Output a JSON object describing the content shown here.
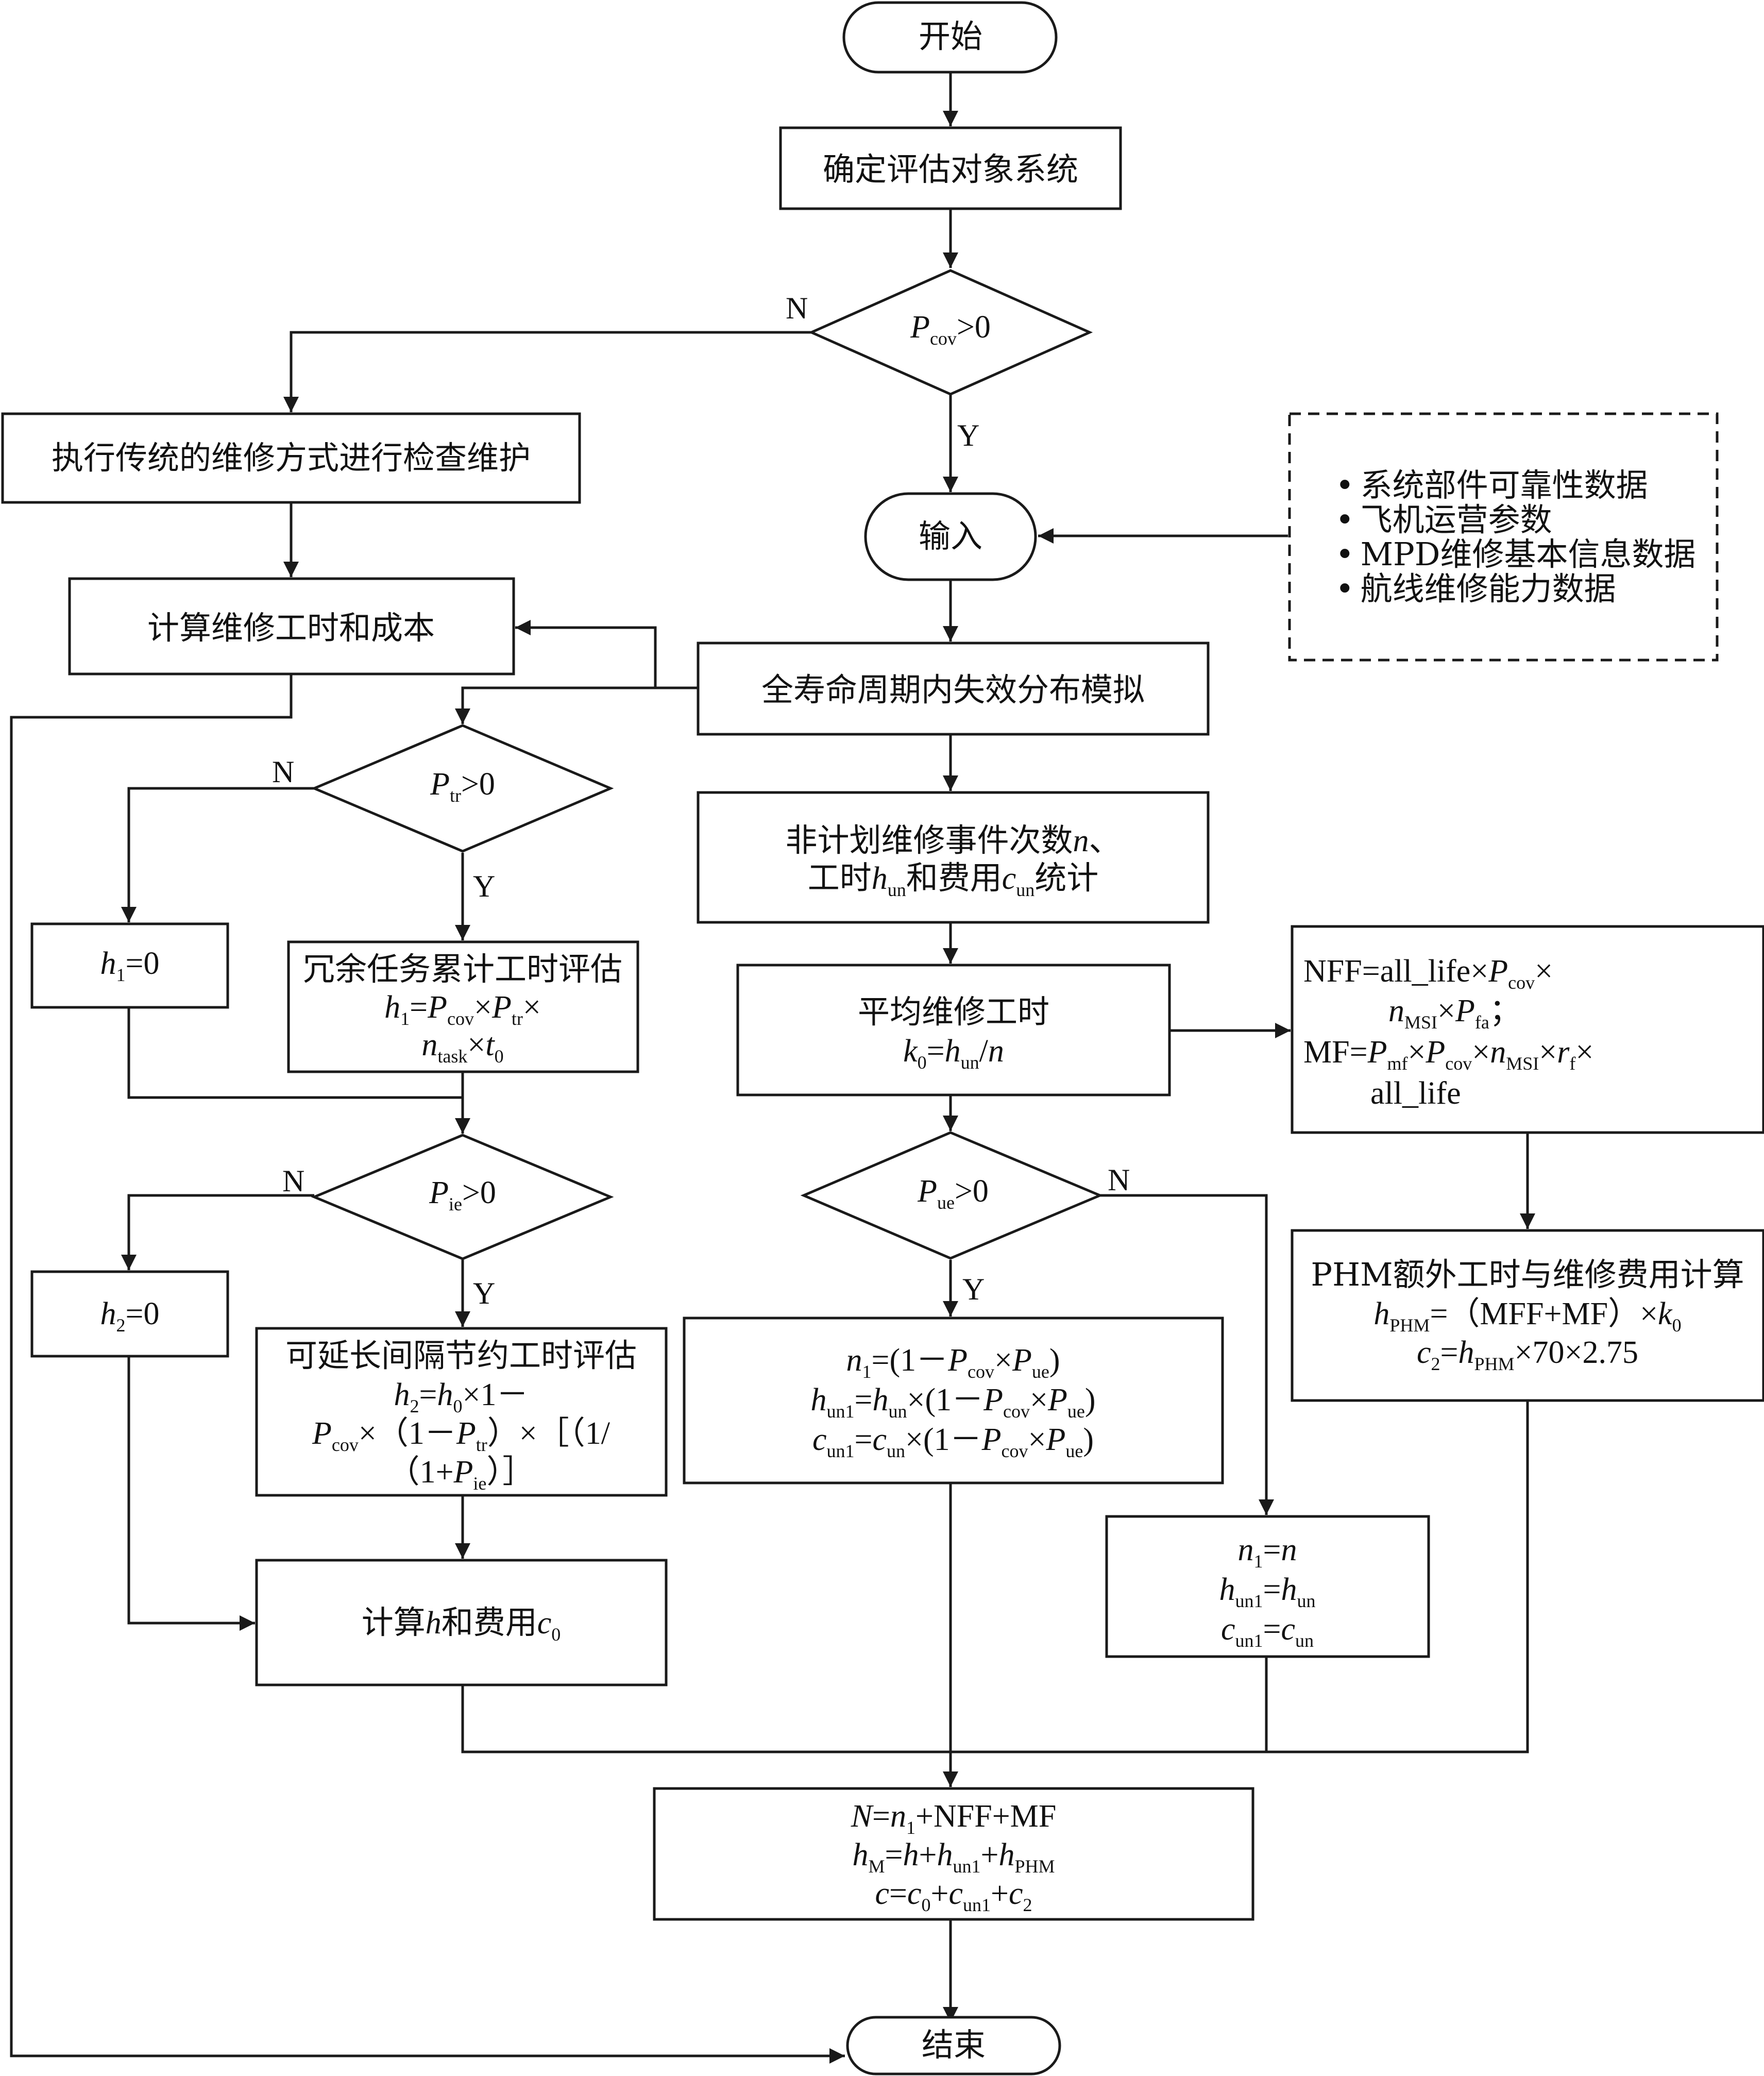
{
  "nodes": {
    "start": "开始",
    "determine": "确定评估对象系统",
    "cond_pcov": {
      "v": "P",
      "s": "cov",
      "t": ">0"
    },
    "traditional": "执行传统的维修方式进行检查维护",
    "calc_cost": "计算维修工时和成本",
    "input": "输入",
    "input_list": [
      "系统部件可靠性数据",
      "飞机运营参数",
      "MPD维修基本信息数据",
      "航线维修能力数据"
    ],
    "bullet": "•",
    "simulate": "全寿命周期内失效分布模拟",
    "cond_ptr": {
      "v": "P",
      "s": "tr",
      "t": ">0"
    },
    "stats_line1": {
      "t1": "非计划维修事件次数",
      "v": "n",
      "t2": "、"
    },
    "stats_line2": {
      "t1": "工时",
      "v1": "h",
      "s1": "un",
      "t2": "和费用",
      "v2": "c",
      "s2": "un",
      "t3": "统计"
    },
    "h1_zero": {
      "v": "h",
      "s": "1",
      "t": "=0"
    },
    "redundant_title": "冗余任务累计工时评估",
    "redundant_f1": {
      "a": "h",
      "as": "1",
      "eq": "=",
      "b": "P",
      "bs": "cov",
      "x1": "×",
      "c": "P",
      "cs": "tr",
      "x2": "×"
    },
    "redundant_f2": {
      "a": "n",
      "as": "task",
      "x": "×",
      "b": "t",
      "bs": "0"
    },
    "avg_title": "平均维修工时",
    "avg_f": {
      "a": "k",
      "as": "0",
      "eq": "=",
      "b": "h",
      "bs": "un",
      "sl": "/",
      "c": "n"
    },
    "nffmf_l1": {
      "t1": "NFF=all_life×",
      "v": "P",
      "s": "cov",
      "t2": "×"
    },
    "nffmf_l2": {
      "v1": "n",
      "s1": "MSI",
      "t": "×",
      "v2": "P",
      "s2": "fa",
      "e": "；"
    },
    "nffmf_l3": {
      "t1": "MF=",
      "v1": "P",
      "s1": "mf",
      "x1": "×",
      "v2": "P",
      "s2": "cov",
      "x2": "×",
      "v3": "n",
      "s3": "MSI",
      "x3": "×",
      "v4": "r",
      "s4": "f",
      "x4": "×"
    },
    "nffmf_l4": "all_life",
    "cond_pie": {
      "v": "P",
      "s": "ie",
      "t": ">0"
    },
    "cond_pue": {
      "v": "P",
      "s": "ue",
      "t": ">0"
    },
    "h2_zero": {
      "v": "h",
      "s": "2",
      "t": "=0"
    },
    "extend_title": "可延长间隔节约工时评估",
    "extend_f1": {
      "a": "h",
      "as": "2",
      "eq": "=",
      "b": "h",
      "bs": "0",
      "t": "×1－"
    },
    "extend_f2": {
      "v": "P",
      "s": "cov",
      "t1": "×（1－",
      "v2": "P",
      "s2": "tr",
      "t2": "）×［（1/"
    },
    "extend_f3": {
      "t1": "（1+",
      "v": "P",
      "s": "ie",
      "t2": "）］"
    },
    "eq1": {
      "a": "n",
      "as": "1",
      "t1": "=(1－",
      "b": "P",
      "bs": "cov",
      "x": "×",
      "c": "P",
      "cs": "ue",
      "t2": ")"
    },
    "eq2": {
      "a": "h",
      "as": "un1",
      "eq": "=",
      "b": "h",
      "bs": "un",
      "t1": "×(1－",
      "c": "P",
      "cs": "cov",
      "x": "×",
      "d": "P",
      "ds": "ue",
      "t2": ")"
    },
    "eq3": {
      "a": "c",
      "as": "un1",
      "eq": "=",
      "b": "c",
      "bs": "un",
      "t1": "×(1－",
      "c": "P",
      "cs": "cov",
      "x": "×",
      "d": "P",
      "ds": "ue",
      "t2": ")"
    },
    "phm_title": "PHM额外工时与维修费用计算",
    "phm_f1": {
      "a": "h",
      "as": "PHM",
      "t": "=（MFF+MF）×",
      "b": "k",
      "bs": "0"
    },
    "phm_f2": {
      "a": "c",
      "as": "2",
      "eq": "=",
      "b": "h",
      "bs": "PHM",
      "t": "×70×2.75"
    },
    "calc_h": {
      "t1": "计算",
      "v1": "h",
      "t2": "和费用",
      "v2": "c",
      "s2": "0"
    },
    "assign1": {
      "a": "n",
      "as": "1",
      "eq": "=",
      "b": "n"
    },
    "assign2": {
      "a": "h",
      "as": "un1",
      "eq": "=",
      "b": "h",
      "bs": "un"
    },
    "assign3": {
      "a": "c",
      "as": "un1",
      "eq": "=",
      "b": "c",
      "bs": "un"
    },
    "final1": {
      "a": "N",
      "eq": "=",
      "b": "n",
      "bs": "1",
      "t": "+NFF+MF"
    },
    "final2": {
      "a": "h",
      "as": "M",
      "eq": "=",
      "b": "h",
      "p1": "+",
      "c": "h",
      "cs": "un1",
      "p2": "+",
      "d": "h",
      "ds": "PHM"
    },
    "final3": {
      "a": "c",
      "eq": "=",
      "b": "c",
      "bs": "0",
      "p1": "+",
      "c": "c",
      "cs": "un1",
      "p2": "+",
      "d": "c",
      "ds": "2"
    },
    "end": "结束"
  },
  "labels": {
    "yes": "Y",
    "no": "N"
  }
}
